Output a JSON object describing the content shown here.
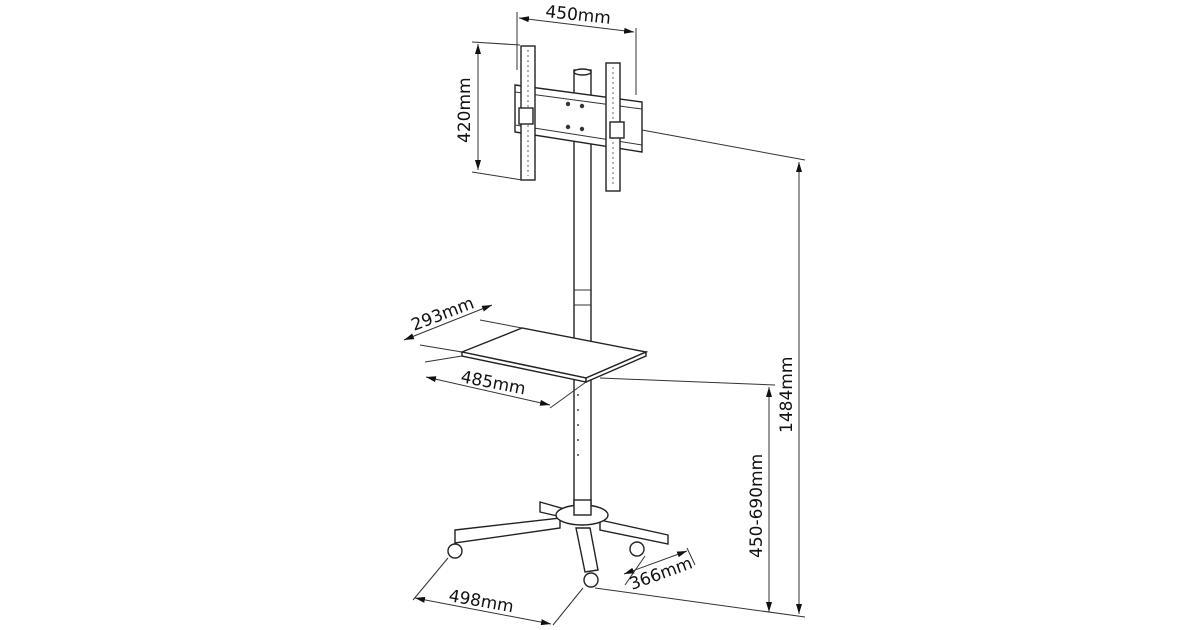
{
  "title": "Mobile TV stand dimension drawing",
  "dimensions": {
    "bracket_width": "450mm",
    "bracket_height": "420mm",
    "shelf_depth": "293mm",
    "shelf_width": "485mm",
    "total_height": "1484mm",
    "shelf_height_range": "450-690mm",
    "base_width": "498mm",
    "base_depth": "366mm"
  }
}
